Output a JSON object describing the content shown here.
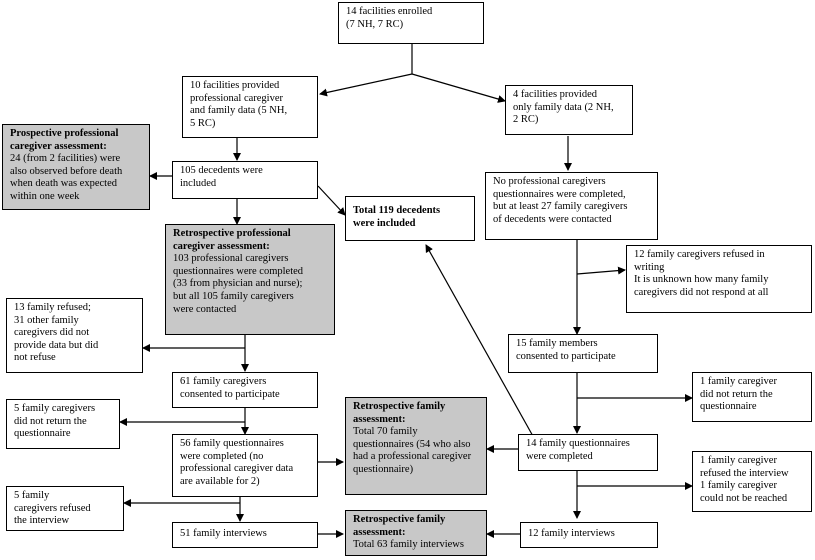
{
  "boxes": {
    "enrolled": {
      "lines": [
        "14 facilities enrolled",
        "(7 NH, 7 RC)"
      ]
    },
    "both_data": {
      "lines": [
        "10 facilities provided",
        "professional caregiver",
        "and family data (5 NH,",
        "5 RC)"
      ]
    },
    "family_only": {
      "lines": [
        "4 facilities provided",
        "only family data (2 NH,",
        "2 RC)"
      ]
    },
    "prospective": {
      "title": [
        "Prospective professional",
        "caregiver assessment:"
      ],
      "lines": [
        "24 (from 2 facilities) were",
        "also observed before death",
        "when death was expected",
        "within one week"
      ]
    },
    "decedents105": {
      "lines": [
        "105 decedents were",
        "included"
      ]
    },
    "total119": {
      "title": [
        "Total 119 decedents",
        "were included"
      ],
      "lines": []
    },
    "no_prof": {
      "lines": [
        "No professional caregivers",
        "questionnaires were completed,",
        "but at least 27 family caregivers",
        "of decedents were contacted"
      ]
    },
    "retro_prof": {
      "title": [
        "Retrospective professional",
        "caregiver assessment:"
      ],
      "lines": [
        "103 professional caregivers",
        "questionnaires were completed",
        "(33 from physician and nurse);",
        "but all 105 family caregivers",
        "were contacted"
      ]
    },
    "refused_writing": {
      "lines": [
        "12 family caregivers refused in",
        "writing",
        "It is unknown how many family",
        "caregivers did not respond at all"
      ]
    },
    "refused13": {
      "lines": [
        "13 family refused;",
        "31 other family",
        "caregivers did not",
        "provide data but did",
        "not refuse"
      ]
    },
    "consented15": {
      "lines": [
        "15 family members",
        "consented to participate"
      ]
    },
    "consented61": {
      "lines": [
        "61 family caregivers",
        "consented to participate"
      ]
    },
    "not_return1": {
      "lines": [
        "1 family caregiver",
        "did not return the",
        "questionnaire"
      ]
    },
    "not_return5": {
      "lines": [
        "5 family caregivers",
        "did not return the",
        "questionnaire"
      ]
    },
    "retro_family70": {
      "title": [
        "Retrospective family",
        "assessment:"
      ],
      "lines": [
        "Total 70 family",
        "questionnaires (54 who also",
        "had a professional caregiver",
        "questionnaire)"
      ]
    },
    "q56": {
      "lines": [
        "56 family questionnaires",
        "were completed (no",
        "professional caregiver data",
        "are available for 2)"
      ]
    },
    "q14": {
      "lines": [
        "14 family questionnaires",
        "were completed"
      ]
    },
    "refused_interview1": {
      "lines": [
        "1 family caregiver",
        "refused the interview",
        "1 family caregiver",
        "could not be reached"
      ]
    },
    "refused_interview5": {
      "lines": [
        "5 family",
        "caregivers refused",
        "the interview"
      ]
    },
    "interviews51": {
      "lines": [
        "51 family interviews"
      ]
    },
    "retro_family63": {
      "title": [
        "Retrospective family",
        "assessment:"
      ],
      "lines": [
        "Total 63 family interviews"
      ]
    },
    "interviews12": {
      "lines": [
        "12 family interviews"
      ]
    }
  }
}
